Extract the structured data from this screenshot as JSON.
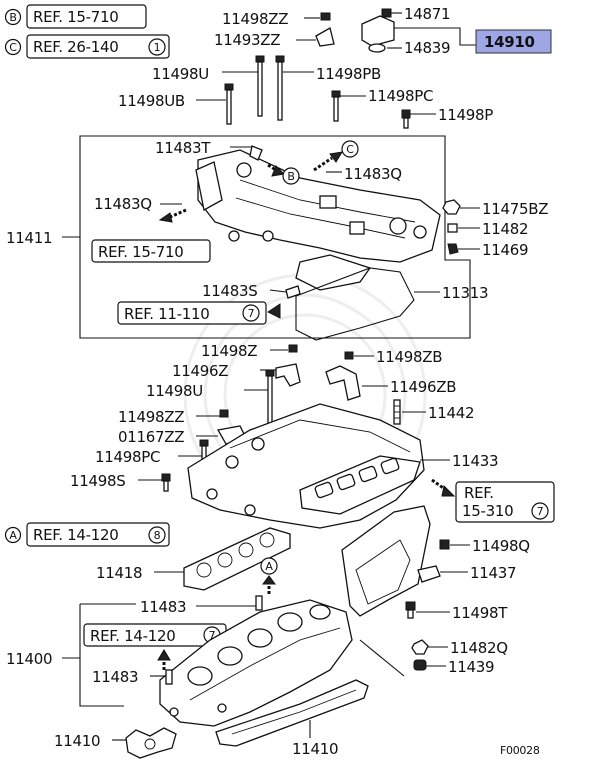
{
  "legend": {
    "b_letter": "B",
    "b_ref": "REF. 15-710",
    "c_letter": "C",
    "c_ref": "REF. 26-140",
    "c_ref_num": "1"
  },
  "refs": {
    "ref_15_710_upper": "REF. 15-710",
    "ref_11_110": "REF. 11-110",
    "ref_11_110_num": "7",
    "ref_15_310_line1": "REF.",
    "ref_15_310_line2": "15-310",
    "ref_15_310_num": "7",
    "a_letter": "A",
    "ref_14_120_a": "REF. 14-120",
    "ref_14_120_a_num": "8",
    "ref_14_120_b": "REF. 14-120",
    "ref_14_120_b_num": "7"
  },
  "callouts": {
    "b": "B",
    "c": "C",
    "a": "A"
  },
  "parts": {
    "p11498ZZ_top": "11498ZZ",
    "p14871": "14871",
    "p11493ZZ": "11493ZZ",
    "p14839": "14839",
    "p14910": "14910",
    "p11498U_top": "11498U",
    "p11498PB": "11498PB",
    "p11498UB": "11498UB",
    "p11498PC_top": "11498PC",
    "p11498P": "11498P",
    "p11483T": "11483T",
    "p11483Q_right": "11483Q",
    "p11483Q_left": "11483Q",
    "p11475BZ": "11475BZ",
    "p11411": "11411",
    "p11482": "11482",
    "p11469": "11469",
    "p11483S": "11483S",
    "p11313": "11313",
    "p11498Z": "11498Z",
    "p11498ZB": "11498ZB",
    "p11496Z": "11496Z",
    "p11496ZB": "11496ZB",
    "p11498U_mid": "11498U",
    "p11442": "11442",
    "p11498ZZ_mid": "11498ZZ",
    "p01167ZZ": "01167ZZ",
    "p11433": "11433",
    "p11498PC_mid": "11498PC",
    "p11498S": "11498S",
    "p11498Q": "11498Q",
    "p11418": "11418",
    "p11437": "11437",
    "p11483_bottom": "11483",
    "p11498T": "11498T",
    "p11400": "11400",
    "p11482Q": "11482Q",
    "p11483_left": "11483",
    "p11439": "11439",
    "p11410_left": "11410",
    "p11410_bottom": "11410"
  },
  "figure_id": "F00028",
  "highlight_color": "#9ea6e4"
}
